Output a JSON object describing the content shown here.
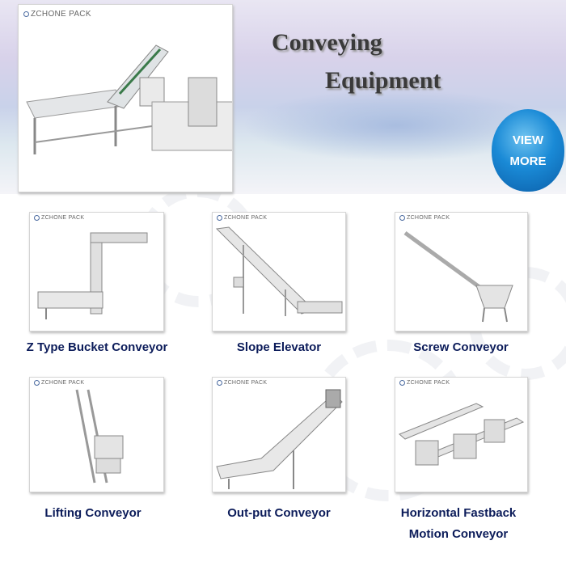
{
  "brand": "ZCHONE PACK",
  "header": {
    "title_line1": "Conveying",
    "title_line2": "Equipment",
    "view_more_line1": "VIEW",
    "view_more_line2": "MORE"
  },
  "products": [
    {
      "name": "Z Type Bucket Conveyor"
    },
    {
      "name": "Slope Elevator"
    },
    {
      "name": "Screw Conveyor"
    },
    {
      "name": "Lifting Conveyor"
    },
    {
      "name": "Out-put Conveyor"
    },
    {
      "name": "Horizontal Fastback",
      "name_line2": "Motion Conveyor"
    }
  ],
  "colors": {
    "label": "#0c1c5a",
    "button": "#1a8ad6"
  }
}
